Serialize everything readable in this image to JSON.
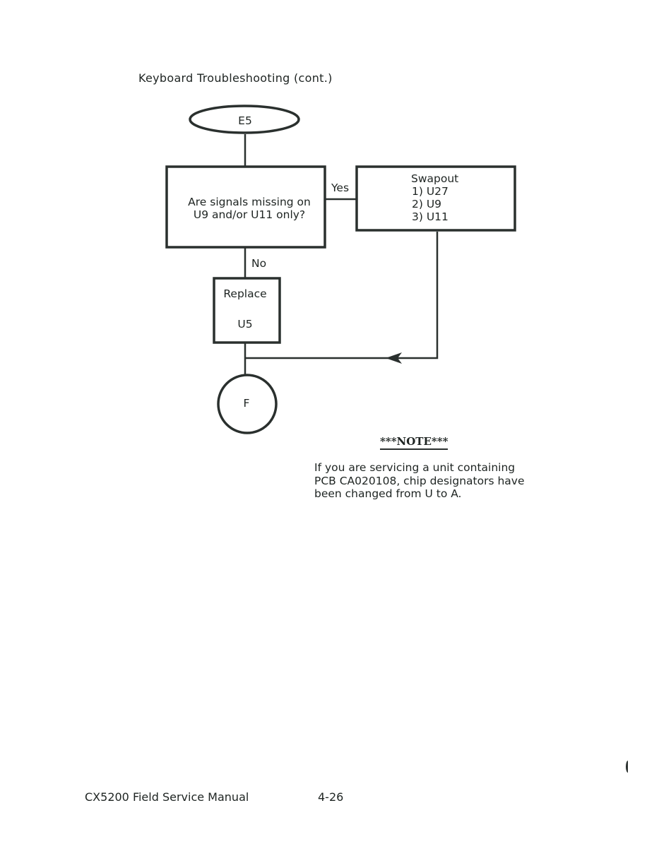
{
  "page": {
    "title": "Keyboard Troubleshooting (cont.)",
    "footer_manual": "CX5200 Field Service Manual",
    "footer_page": "4-26"
  },
  "flowchart": {
    "start_terminal": "E5",
    "decision": {
      "line1": "Are signals missing on",
      "line2": "U9 and/or U11 only?"
    },
    "yes_label": "Yes",
    "no_label": "No",
    "swapout": {
      "title": "Swapout",
      "item1": "1) U27",
      "item2": "2) U9",
      "item3": "3) U11"
    },
    "replace": {
      "line1": "Replace",
      "line2": "U5"
    },
    "end_connector": "F"
  },
  "note": {
    "title": "***NOTE***",
    "line1": "If you are servicing a unit containing",
    "line2": "PCB CA020108, chip designators have",
    "line3": "been changed from U to A."
  },
  "colors": {
    "ink": "#2a302e",
    "paper": "#ffffff"
  }
}
